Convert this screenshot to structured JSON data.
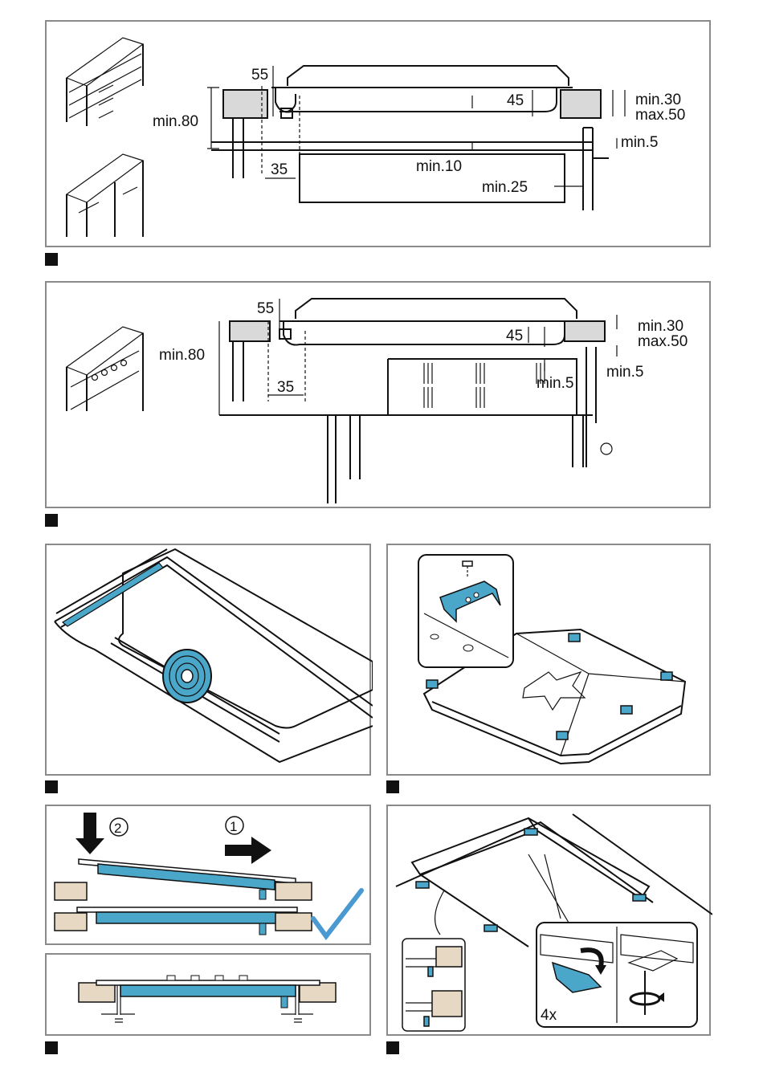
{
  "panel1": {
    "dims": {
      "d55": "55",
      "d45": "45",
      "min30": "min.30",
      "max50": "max.50",
      "min80": "min.80",
      "min5": "min.5",
      "min10": "min.10",
      "d35": "35",
      "min25": "min.25"
    }
  },
  "panel2": {
    "dims": {
      "d55": "55",
      "d45": "45",
      "min30": "min.30",
      "max50": "max.50",
      "min80": "min.80",
      "min5a": "min.5",
      "min5b": "min.5",
      "d35": "35"
    }
  },
  "panel6": {
    "step1": "1",
    "step2": "2"
  },
  "panel7": {
    "count": "4x"
  },
  "colors": {
    "accent_blue": "#4aa7c9",
    "check_blue": "#4a9ad1",
    "frame_grey": "#8a8a8a",
    "wood": "#e6d8c2"
  }
}
